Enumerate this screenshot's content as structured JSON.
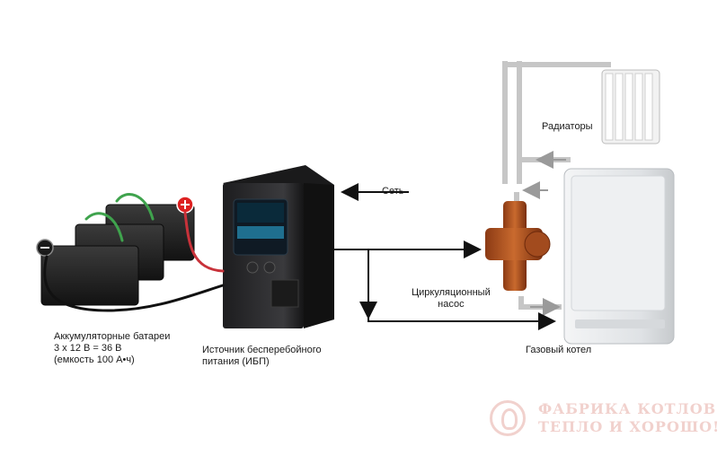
{
  "labels": {
    "batteries": [
      "Аккумуляторные батареи",
      "3 х 12 В = 36 В",
      "(емкость 100 А•ч)"
    ],
    "ups": [
      "Источник бесперебойного",
      "питания (ИБП)"
    ],
    "network": "Сеть",
    "radiators": "Радиаторы",
    "pump": [
      "Циркуляционный",
      "насос"
    ],
    "boiler": "Газовый котел"
  },
  "watermark": {
    "line1": "ФАБРИКА КОТЛОВ",
    "line2": "ТЕПЛО И ХОРОШО!"
  },
  "colors": {
    "wire_red": "#c8323a",
    "wire_green": "#3fa34d",
    "ups_body": "#2a2a2c",
    "pipe": "#bfbfbf",
    "arrow": "#111111",
    "pump_orange": "#b5521f",
    "boiler_body": "#e6e8ea"
  }
}
